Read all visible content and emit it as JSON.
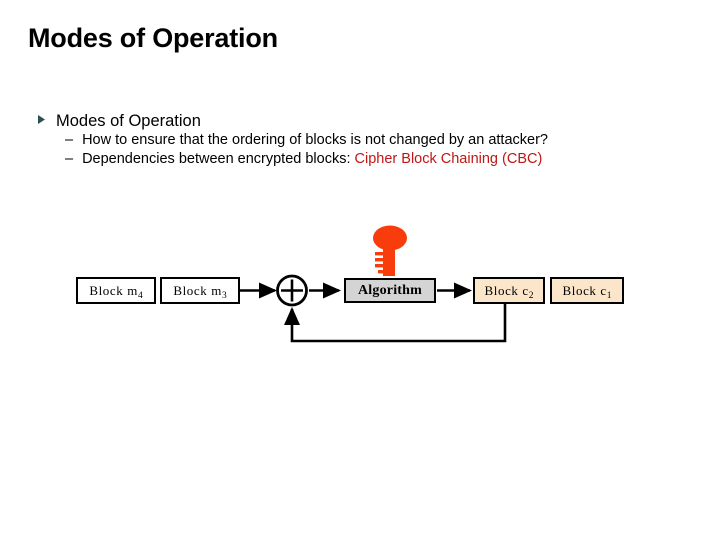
{
  "slide": {
    "title": "Modes of Operation"
  },
  "bullets": {
    "level1": {
      "marker": "triangle-right-bullet",
      "marker_color": "#2f4f4f",
      "text": "Modes of Operation"
    },
    "level2": [
      {
        "dash": "–",
        "text": "How to ensure that the ordering of blocks is not changed by an attacker?",
        "highlight": "",
        "highlight_color": "#c01616"
      },
      {
        "dash": "–",
        "text": "Dependencies between encrypted blocks: ",
        "highlight": "Cipher Block Chaining (CBC)",
        "highlight_color": "#c01616"
      }
    ]
  },
  "diagram": {
    "name": "cipher-block-chaining-diagram",
    "key_icon": {
      "name": "key-icon",
      "color": "#f83c0c"
    },
    "xor": {
      "name": "xor-operator",
      "symbol": "⊕"
    },
    "blocks": [
      {
        "name": "block-m4",
        "prefix": "Block m",
        "sub": "4",
        "fill": "#ffffff",
        "kind": "plaintext"
      },
      {
        "name": "block-m3",
        "prefix": "Block m",
        "sub": "3",
        "fill": "#ffffff",
        "kind": "plaintext"
      },
      {
        "name": "block-algorithm",
        "prefix": "Algorithm",
        "sub": "",
        "fill": "#d4d4d4",
        "kind": "algorithm"
      },
      {
        "name": "block-c2",
        "prefix": "Block c",
        "sub": "2",
        "fill": "#fce6ca",
        "kind": "ciphertext"
      },
      {
        "name": "block-c1",
        "prefix": "Block c",
        "sub": "1",
        "fill": "#fce6ca",
        "kind": "ciphertext"
      }
    ],
    "connectors": [
      {
        "name": "arrow-m3-to-xor"
      },
      {
        "name": "arrow-xor-to-algorithm"
      },
      {
        "name": "arrow-algorithm-to-c2"
      },
      {
        "name": "feedback-path-c2-to-xor"
      }
    ]
  },
  "colors": {
    "accent_red": "#c01616",
    "key_orange": "#f83c0c",
    "cipher_fill": "#fce6ca",
    "algorithm_fill": "#d4d4d4",
    "line": "#000000"
  }
}
